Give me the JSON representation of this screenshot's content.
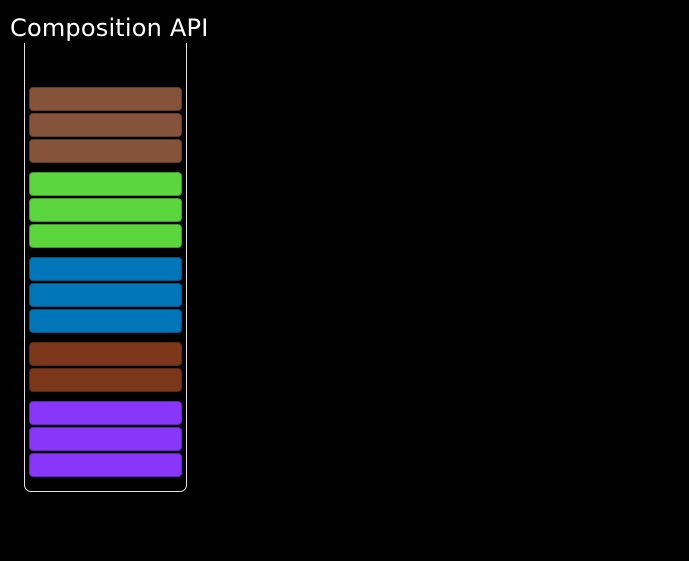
{
  "title": {
    "text": "Composition API"
  },
  "colors": {
    "background": "#000000",
    "title_text": "#ffffff",
    "frame_border": "#e3e3e3"
  },
  "column": {
    "label": "Composition API",
    "groups": [
      {
        "id": "brown",
        "color": "#85533a",
        "segments": 3
      },
      {
        "id": "green",
        "color": "#5cd63d",
        "segments": 3
      },
      {
        "id": "blue",
        "color": "#0076b8",
        "segments": 3
      },
      {
        "id": "dark-red",
        "color": "#7c3619",
        "segments": 2
      },
      {
        "id": "purple",
        "color": "#8836fa",
        "segments": 3
      }
    ]
  }
}
